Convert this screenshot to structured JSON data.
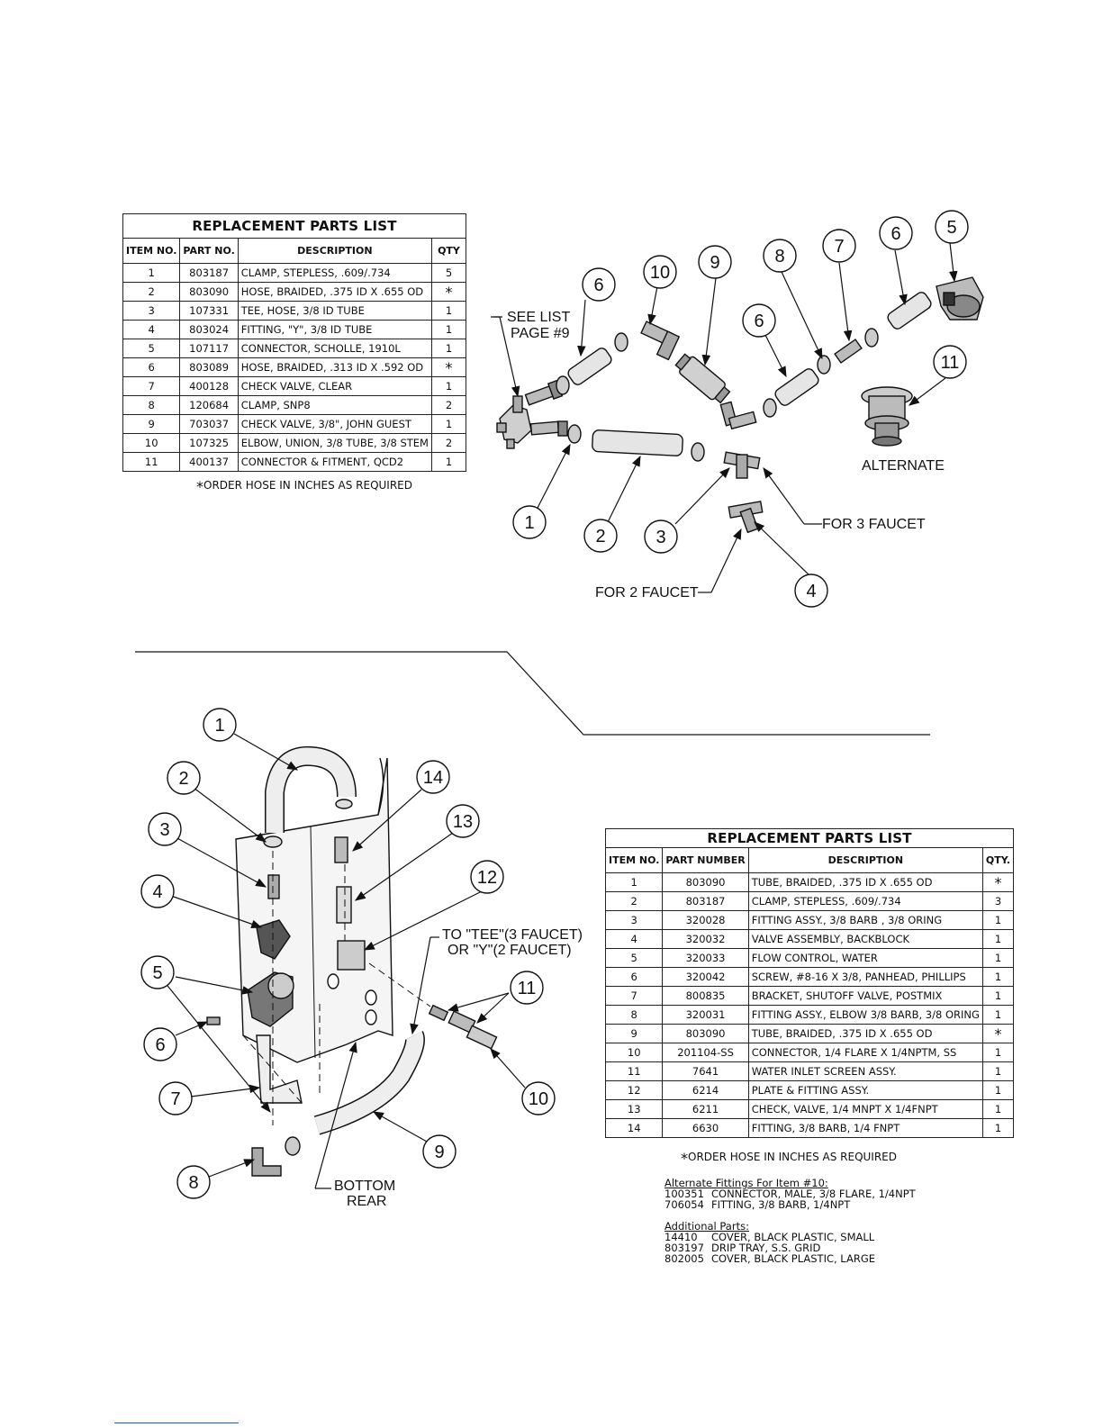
{
  "table1": {
    "title": "REPLACEMENT PARTS LIST",
    "headers": [
      "ITEM NO.",
      "PART NO.",
      "DESCRIPTION",
      "QTY"
    ],
    "rows": [
      [
        "1",
        "803187",
        "CLAMP, STEPLESS, .609/.734",
        "5"
      ],
      [
        "2",
        "803090",
        "HOSE, BRAIDED, .375 ID X .655 OD",
        "*"
      ],
      [
        "3",
        "107331",
        "TEE, HOSE, 3/8 ID TUBE",
        "1"
      ],
      [
        "4",
        "803024",
        "FITTING, \"Y\", 3/8 ID TUBE",
        "1"
      ],
      [
        "5",
        "107117",
        "CONNECTOR, SCHOLLE, 1910L",
        "1"
      ],
      [
        "6",
        "803089",
        "HOSE, BRAIDED, .313  ID X .592 OD",
        "*"
      ],
      [
        "7",
        "400128",
        "CHECK VALVE, CLEAR",
        "1"
      ],
      [
        "8",
        "120684",
        "CLAMP, SNP8",
        "2"
      ],
      [
        "9",
        "703037",
        "CHECK VALVE, 3/8\", JOHN GUEST",
        "1"
      ],
      [
        "10",
        "107325",
        "ELBOW, UNION, 3/8 TUBE, 3/8 STEM",
        "2"
      ],
      [
        "11",
        "400137",
        "CONNECTOR & FITMENT, QCD2",
        "1"
      ]
    ],
    "note": "ORDER HOSE IN INCHES AS REQUIRED"
  },
  "table2": {
    "title": "REPLACEMENT PARTS LIST",
    "headers": [
      "ITEM NO.",
      "PART NUMBER",
      "DESCRIPTION",
      "QTY."
    ],
    "rows": [
      [
        "1",
        "803090",
        "TUBE, BRAIDED, .375 ID X .655 OD",
        "*"
      ],
      [
        "2",
        "803187",
        "CLAMP, STEPLESS, .609/.734",
        "3"
      ],
      [
        "3",
        "320028",
        "FITTING ASSY., 3/8 BARB , 3/8 ORING",
        "1"
      ],
      [
        "4",
        "320032",
        " VALVE ASSEMBLY, BACKBLOCK",
        "1"
      ],
      [
        "5",
        "320033",
        " FLOW CONTROL, WATER",
        "1"
      ],
      [
        "6",
        "320042",
        "SCREW, #8-16 X 3/8, PANHEAD, PHILLIPS",
        "1"
      ],
      [
        "7",
        "800835",
        "BRACKET, SHUTOFF VALVE, POSTMIX",
        "1"
      ],
      [
        "8",
        "320031",
        "FITTING ASSY., ELBOW 3/8 BARB, 3/8 ORING",
        "1"
      ],
      [
        "9",
        "803090",
        "TUBE, BRAIDED, .375 ID X .655 OD",
        "*"
      ],
      [
        "10",
        "201104-SS",
        "CONNECTOR, 1/4 FLARE X 1/4NPTM, SS",
        "1"
      ],
      [
        "11",
        "7641",
        "WATER INLET SCREEN ASSY.",
        "1"
      ],
      [
        "12",
        "6214",
        "PLATE & FITTING ASSY.",
        "1"
      ],
      [
        "13",
        "6211",
        "CHECK, VALVE, 1/4 MNPT X  1/4FNPT",
        "1"
      ],
      [
        "14",
        "6630",
        "FITTING, 3/8 BARB, 1/4 FNPT",
        "1"
      ]
    ],
    "note": "ORDER HOSE IN INCHES AS REQUIRED"
  },
  "alternate": {
    "heading": "Alternate Fittings For Item #10:",
    "items": [
      [
        "100351",
        "CONNECTOR, MALE, 3/8 FLARE, 1/4NPT"
      ],
      [
        "706054",
        "FITTING, 3/8 BARB, 1/4NPT"
      ]
    ]
  },
  "additional": {
    "heading": "Additional Parts:",
    "items": [
      [
        "14410",
        "COVER, BLACK PLASTIC, SMALL"
      ],
      [
        "803197",
        "DRIP TRAY, S.S. GRID"
      ],
      [
        "802005",
        "COVER, BLACK PLASTIC, LARGE"
      ]
    ]
  },
  "diagram_top": {
    "see_list": "SEE LIST",
    "page": "PAGE #9",
    "alternate": "ALTERNATE",
    "for3": "FOR 3 FAUCET",
    "for2": "FOR 2 FAUCET",
    "balloons": [
      "1",
      "2",
      "3",
      "4",
      "5",
      "6",
      "6",
      "6",
      "7",
      "8",
      "9",
      "10",
      "11"
    ]
  },
  "diagram_bottom": {
    "to_tee_1": "TO \"TEE\"(3 FAUCET)",
    "to_tee_2": "OR \"Y\"(2 FAUCET)",
    "bottom": "BOTTOM",
    "rear": "REAR",
    "balloons": [
      "1",
      "2",
      "3",
      "4",
      "5",
      "6",
      "7",
      "8",
      "9",
      "10",
      "11",
      "12",
      "13",
      "14"
    ]
  }
}
